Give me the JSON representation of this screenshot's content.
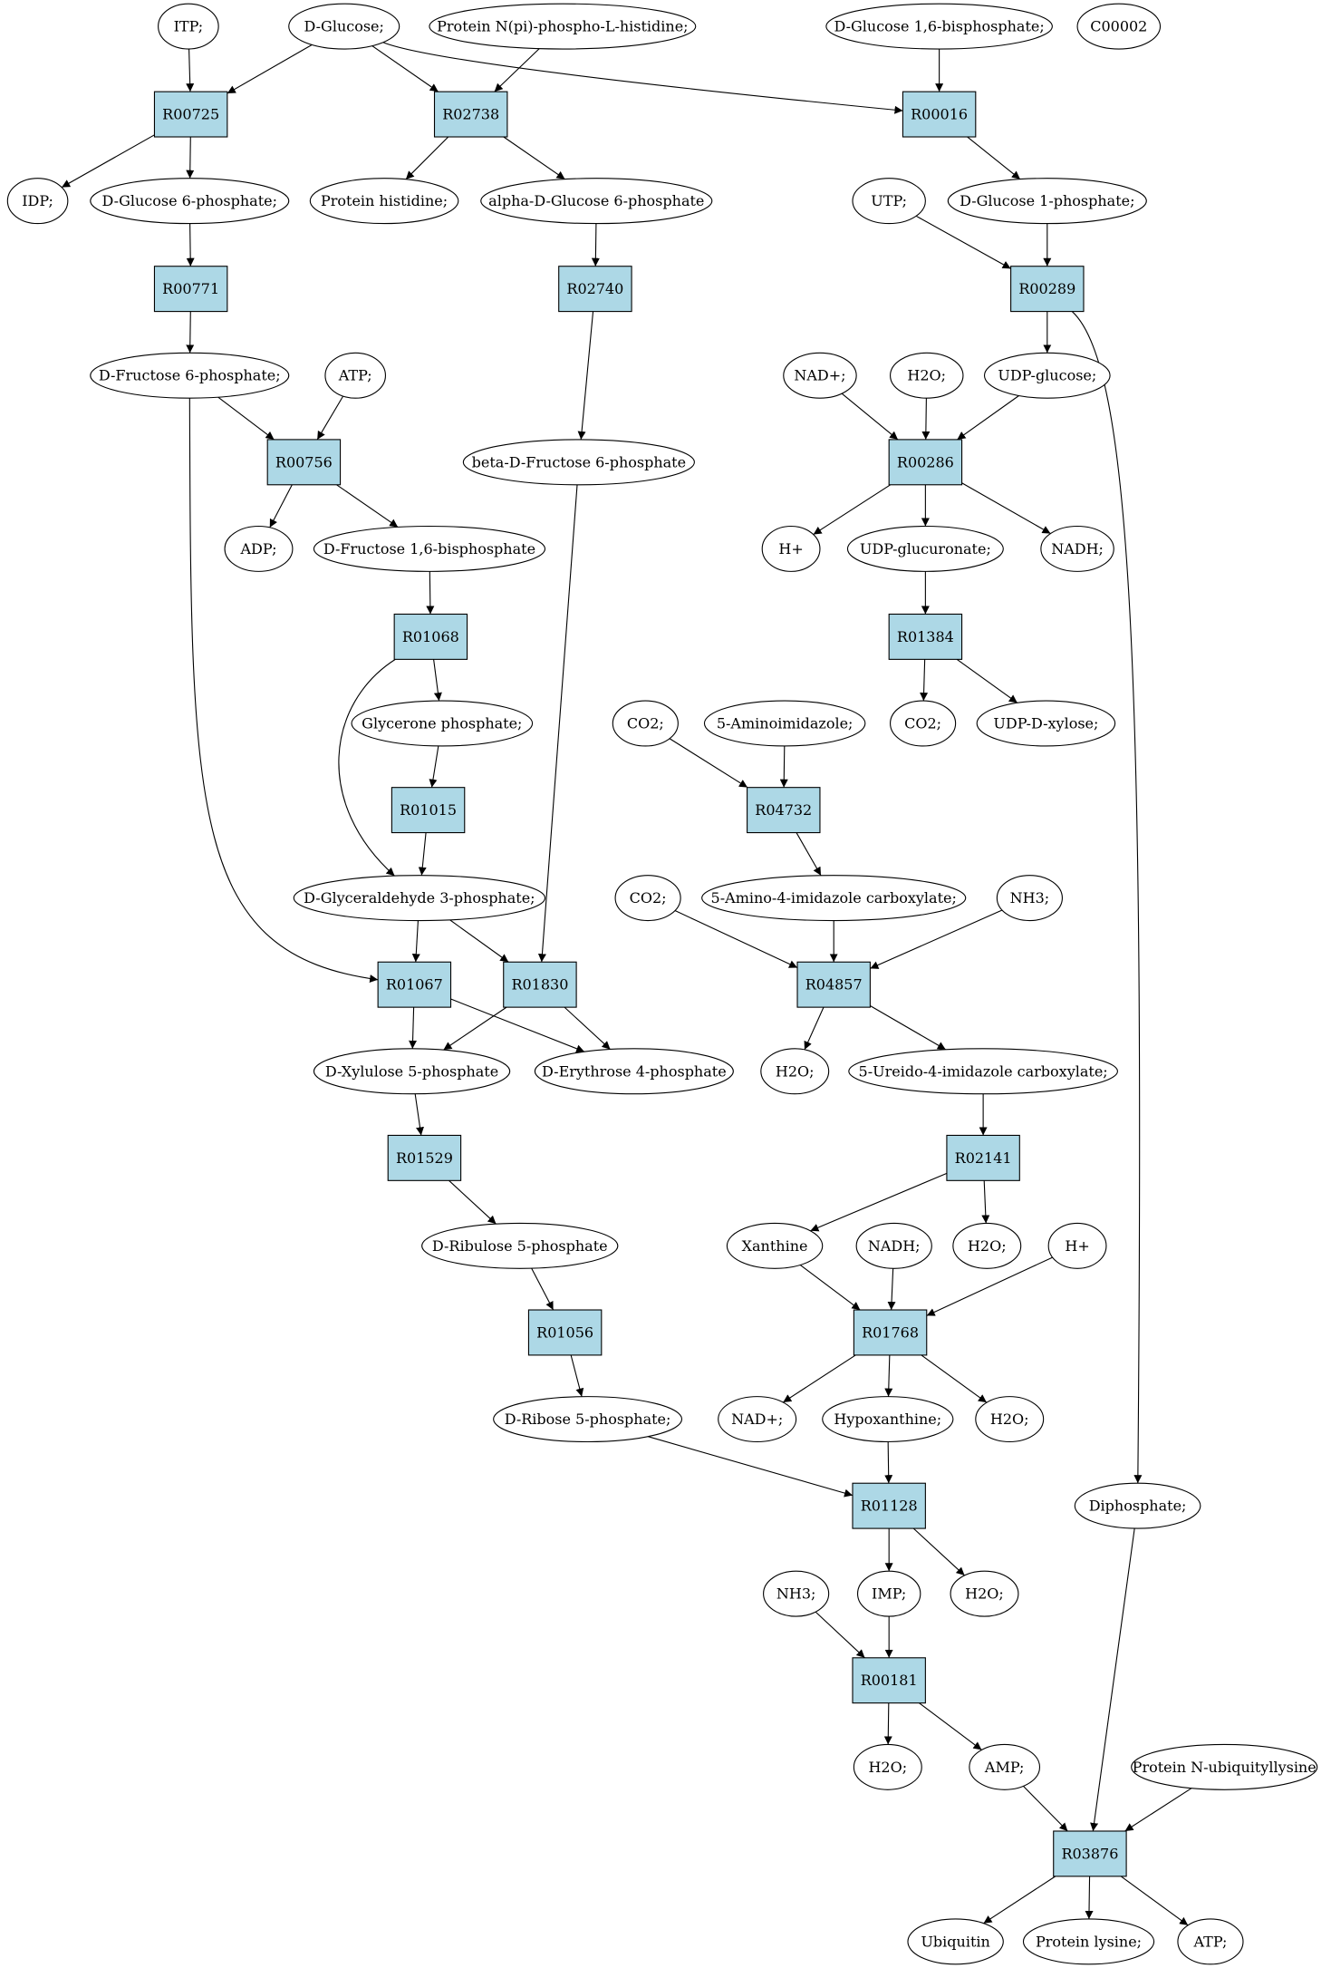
{
  "colors": {
    "reaction_fill": "#add8e6",
    "metabolite_fill": "#ffffff",
    "start_fill": "#00ee00",
    "highlight_fill": "#ffff00",
    "stroke": "#000000"
  },
  "nodes": [
    {
      "id": "itp",
      "label": "ITP;",
      "kind": "metabolite"
    },
    {
      "id": "dglucose",
      "label": "D-Glucose;",
      "kind": "metabolite",
      "fill": "#00ee00"
    },
    {
      "id": "protphos",
      "label": "Protein N(pi)-phospho-L-histidine;",
      "kind": "metabolite"
    },
    {
      "id": "g16bp",
      "label": "D-Glucose 1,6-bisphosphate;",
      "kind": "metabolite"
    },
    {
      "id": "c00002",
      "label": "C00002",
      "kind": "metabolite",
      "fill": "#ffff00"
    },
    {
      "id": "r00725",
      "label": "R00725",
      "kind": "reaction"
    },
    {
      "id": "r02738",
      "label": "R02738",
      "kind": "reaction"
    },
    {
      "id": "r00016",
      "label": "R00016",
      "kind": "reaction"
    },
    {
      "id": "idp",
      "label": "IDP;",
      "kind": "metabolite"
    },
    {
      "id": "g6p",
      "label": "D-Glucose 6-phosphate;",
      "kind": "metabolite"
    },
    {
      "id": "prothis",
      "label": "Protein histidine;",
      "kind": "metabolite"
    },
    {
      "id": "ag6p",
      "label": "alpha-D-Glucose 6-phosphate",
      "kind": "metabolite"
    },
    {
      "id": "utp",
      "label": "UTP;",
      "kind": "metabolite"
    },
    {
      "id": "g1p",
      "label": "D-Glucose 1-phosphate;",
      "kind": "metabolite"
    },
    {
      "id": "r00771",
      "label": "R00771",
      "kind": "reaction"
    },
    {
      "id": "r02740",
      "label": "R02740",
      "kind": "reaction"
    },
    {
      "id": "r00289",
      "label": "R00289",
      "kind": "reaction"
    },
    {
      "id": "f6p",
      "label": "D-Fructose 6-phosphate;",
      "kind": "metabolite"
    },
    {
      "id": "atp1",
      "label": "ATP;",
      "kind": "metabolite"
    },
    {
      "id": "nad1",
      "label": "NAD+;",
      "kind": "metabolite"
    },
    {
      "id": "h2o1",
      "label": "H2O;",
      "kind": "metabolite"
    },
    {
      "id": "udpglc",
      "label": "UDP-glucose;",
      "kind": "metabolite"
    },
    {
      "id": "r00756",
      "label": "R00756",
      "kind": "reaction"
    },
    {
      "id": "bf6p",
      "label": "beta-D-Fructose 6-phosphate",
      "kind": "metabolite"
    },
    {
      "id": "r00286",
      "label": "R00286",
      "kind": "reaction"
    },
    {
      "id": "adp",
      "label": "ADP;",
      "kind": "metabolite"
    },
    {
      "id": "f16bp",
      "label": "D-Fructose 1,6-bisphosphate",
      "kind": "metabolite"
    },
    {
      "id": "hplus1",
      "label": "H+",
      "kind": "metabolite"
    },
    {
      "id": "udpglcur",
      "label": "UDP-glucuronate;",
      "kind": "metabolite"
    },
    {
      "id": "nadh1",
      "label": "NADH;",
      "kind": "metabolite"
    },
    {
      "id": "r01068",
      "label": "R01068",
      "kind": "reaction"
    },
    {
      "id": "r01384",
      "label": "R01384",
      "kind": "reaction"
    },
    {
      "id": "co2a",
      "label": "CO2;",
      "kind": "metabolite"
    },
    {
      "id": "aminoimid",
      "label": "5-Aminoimidazole;",
      "kind": "metabolite"
    },
    {
      "id": "glycerone",
      "label": "Glycerone phosphate;",
      "kind": "metabolite"
    },
    {
      "id": "co2b",
      "label": "CO2;",
      "kind": "metabolite"
    },
    {
      "id": "udpxyl",
      "label": "UDP-D-xylose;",
      "kind": "metabolite"
    },
    {
      "id": "r01015",
      "label": "R01015",
      "kind": "reaction"
    },
    {
      "id": "r04732",
      "label": "R04732",
      "kind": "reaction"
    },
    {
      "id": "ga3p",
      "label": "D-Glyceraldehyde 3-phosphate;",
      "kind": "metabolite"
    },
    {
      "id": "co2c",
      "label": "CO2;",
      "kind": "metabolite"
    },
    {
      "id": "aica",
      "label": "5-Amino-4-imidazole carboxylate;",
      "kind": "metabolite"
    },
    {
      "id": "nh3a",
      "label": "NH3;",
      "kind": "metabolite"
    },
    {
      "id": "r01067",
      "label": "R01067",
      "kind": "reaction"
    },
    {
      "id": "r01830",
      "label": "R01830",
      "kind": "reaction"
    },
    {
      "id": "r04857",
      "label": "R04857",
      "kind": "reaction"
    },
    {
      "id": "xu5p",
      "label": "D-Xylulose 5-phosphate",
      "kind": "metabolite"
    },
    {
      "id": "e4p",
      "label": "D-Erythrose 4-phosphate",
      "kind": "metabolite"
    },
    {
      "id": "h2o2",
      "label": "H2O;",
      "kind": "metabolite"
    },
    {
      "id": "ureido",
      "label": "5-Ureido-4-imidazole carboxylate;",
      "kind": "metabolite"
    },
    {
      "id": "r01529",
      "label": "R01529",
      "kind": "reaction"
    },
    {
      "id": "r02141",
      "label": "R02141",
      "kind": "reaction"
    },
    {
      "id": "ru5p",
      "label": "D-Ribulose 5-phosphate",
      "kind": "metabolite"
    },
    {
      "id": "xanthine",
      "label": "Xanthine",
      "kind": "metabolite"
    },
    {
      "id": "nadh2",
      "label": "NADH;",
      "kind": "metabolite"
    },
    {
      "id": "h2o3",
      "label": "H2O;",
      "kind": "metabolite"
    },
    {
      "id": "hplus2",
      "label": "H+",
      "kind": "metabolite"
    },
    {
      "id": "r01056",
      "label": "R01056",
      "kind": "reaction"
    },
    {
      "id": "r01768",
      "label": "R01768",
      "kind": "reaction"
    },
    {
      "id": "r5p",
      "label": "D-Ribose 5-phosphate;",
      "kind": "metabolite"
    },
    {
      "id": "nad2",
      "label": "NAD+;",
      "kind": "metabolite"
    },
    {
      "id": "hypox",
      "label": "Hypoxanthine;",
      "kind": "metabolite"
    },
    {
      "id": "h2o4",
      "label": "H2O;",
      "kind": "metabolite"
    },
    {
      "id": "r01128",
      "label": "R01128",
      "kind": "reaction"
    },
    {
      "id": "diphos",
      "label": "Diphosphate;",
      "kind": "metabolite"
    },
    {
      "id": "nh3b",
      "label": "NH3;",
      "kind": "metabolite"
    },
    {
      "id": "imp",
      "label": "IMP;",
      "kind": "metabolite"
    },
    {
      "id": "h2o5",
      "label": "H2O;",
      "kind": "metabolite"
    },
    {
      "id": "r00181",
      "label": "R00181",
      "kind": "reaction"
    },
    {
      "id": "h2o6",
      "label": "H2O;",
      "kind": "metabolite"
    },
    {
      "id": "amp",
      "label": "AMP;",
      "kind": "metabolite"
    },
    {
      "id": "protubq",
      "label": "Protein N-ubiquityllysine",
      "kind": "metabolite"
    },
    {
      "id": "r03876",
      "label": "R03876",
      "kind": "reaction"
    },
    {
      "id": "ubiquitin",
      "label": "Ubiquitin",
      "kind": "metabolite"
    },
    {
      "id": "protlys",
      "label": "Protein lysine;",
      "kind": "metabolite"
    },
    {
      "id": "atp2",
      "label": "ATP;",
      "kind": "metabolite"
    }
  ],
  "edges": [
    [
      "itp",
      "r00725"
    ],
    [
      "dglucose",
      "r00725"
    ],
    [
      "dglucose",
      "r02738"
    ],
    [
      "dglucose",
      "r00016"
    ],
    [
      "protphos",
      "r02738"
    ],
    [
      "g16bp",
      "r00016"
    ],
    [
      "r00725",
      "idp"
    ],
    [
      "r00725",
      "g6p"
    ],
    [
      "r02738",
      "prothis"
    ],
    [
      "r02738",
      "ag6p"
    ],
    [
      "r00016",
      "g1p"
    ],
    [
      "g6p",
      "r00771"
    ],
    [
      "ag6p",
      "r02740"
    ],
    [
      "utp",
      "r00289"
    ],
    [
      "g1p",
      "r00289"
    ],
    [
      "r00771",
      "f6p"
    ],
    [
      "r02740",
      "bf6p"
    ],
    [
      "r00289",
      "udpglc"
    ],
    [
      "r00289",
      "diphos"
    ],
    [
      "f6p",
      "r00756"
    ],
    [
      "atp1",
      "r00756"
    ],
    [
      "f6p",
      "r01067"
    ],
    [
      "nad1",
      "r00286"
    ],
    [
      "h2o1",
      "r00286"
    ],
    [
      "udpglc",
      "r00286"
    ],
    [
      "r00756",
      "adp"
    ],
    [
      "r00756",
      "f16bp"
    ],
    [
      "r00286",
      "hplus1"
    ],
    [
      "r00286",
      "udpglcur"
    ],
    [
      "r00286",
      "nadh1"
    ],
    [
      "f16bp",
      "r01068"
    ],
    [
      "udpglcur",
      "r01384"
    ],
    [
      "r01068",
      "glycerone"
    ],
    [
      "r01068",
      "ga3p"
    ],
    [
      "r01384",
      "co2b"
    ],
    [
      "r01384",
      "udpxyl"
    ],
    [
      "co2a",
      "r04732"
    ],
    [
      "aminoimid",
      "r04732"
    ],
    [
      "glycerone",
      "r01015"
    ],
    [
      "r01015",
      "ga3p"
    ],
    [
      "r04732",
      "aica"
    ],
    [
      "ga3p",
      "r01067"
    ],
    [
      "ga3p",
      "r01830"
    ],
    [
      "bf6p",
      "r01830"
    ],
    [
      "co2c",
      "r04857"
    ],
    [
      "aica",
      "r04857"
    ],
    [
      "nh3a",
      "r04857"
    ],
    [
      "r01067",
      "xu5p"
    ],
    [
      "r01067",
      "e4p"
    ],
    [
      "r01830",
      "xu5p"
    ],
    [
      "r01830",
      "e4p"
    ],
    [
      "r04857",
      "h2o2"
    ],
    [
      "r04857",
      "ureido"
    ],
    [
      "xu5p",
      "r01529"
    ],
    [
      "ureido",
      "r02141"
    ],
    [
      "r01529",
      "ru5p"
    ],
    [
      "r02141",
      "xanthine"
    ],
    [
      "r02141",
      "h2o3"
    ],
    [
      "xanthine",
      "r01768"
    ],
    [
      "nadh2",
      "r01768"
    ],
    [
      "hplus2",
      "r01768"
    ],
    [
      "ru5p",
      "r01056"
    ],
    [
      "r01056",
      "r5p"
    ],
    [
      "r01768",
      "nad2"
    ],
    [
      "r01768",
      "hypox"
    ],
    [
      "r01768",
      "h2o4"
    ],
    [
      "r5p",
      "r01128"
    ],
    [
      "hypox",
      "r01128"
    ],
    [
      "r01128",
      "imp"
    ],
    [
      "r01128",
      "h2o5"
    ],
    [
      "nh3b",
      "r00181"
    ],
    [
      "imp",
      "r00181"
    ],
    [
      "r00181",
      "h2o6"
    ],
    [
      "r00181",
      "amp"
    ],
    [
      "amp",
      "r03876"
    ],
    [
      "diphos",
      "r03876"
    ],
    [
      "protubq",
      "r03876"
    ],
    [
      "r03876",
      "ubiquitin"
    ],
    [
      "r03876",
      "protlys"
    ],
    [
      "r03876",
      "atp2"
    ]
  ]
}
